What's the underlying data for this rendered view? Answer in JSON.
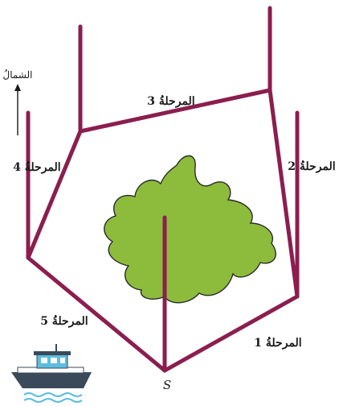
{
  "north_label": "الشمالُ",
  "start_label": "S",
  "stages": [
    {
      "id": 1,
      "label": "المرحلةُ 1"
    },
    {
      "id": 2,
      "label": "المرحلةُ 2"
    },
    {
      "id": 3,
      "label": "المرحلةُ 3"
    },
    {
      "id": 4,
      "label": "المرحلةُ 4"
    },
    {
      "id": 5,
      "label": "المرحلةُ 5"
    }
  ],
  "colors": {
    "path": "#8b1e4f",
    "island_fill": "#8dbb3c",
    "island_stroke": "#2b2b2b",
    "boat_hull": "#3a4a5a",
    "boat_cabin": "#5bbde0",
    "water": "#5bbde0"
  }
}
